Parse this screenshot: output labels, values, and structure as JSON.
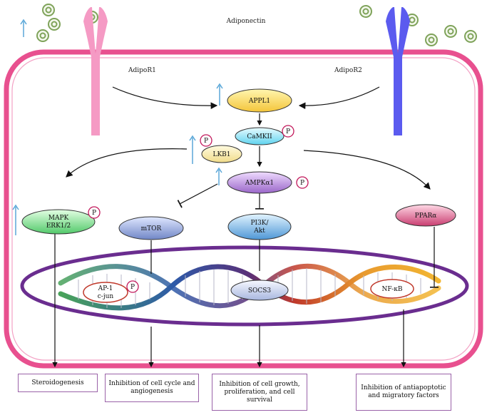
{
  "title": "Adiponectin",
  "receptors": {
    "r1": "AdipoR1",
    "r2": "AdipoR2"
  },
  "nodes": {
    "appl1": "APPL1",
    "camkii": "CaMKII",
    "lkb1": "LKB1",
    "ampk": "AMPKα1",
    "mapk_line1": "MAPK",
    "mapk_line2": "ERK1/2",
    "mtor": "mTOR",
    "pi3k_line1": "PI3K/",
    "pi3k_line2": "Akt",
    "ppar": "PPARα",
    "ap1_line1": "AP-1",
    "ap1_line2": "c-jun",
    "socs3": "SOCS3",
    "nfkb": "NF-κB"
  },
  "phospho_label": "P",
  "outcomes": [
    "Steroidogenesis",
    "Inhibition of cell cycle and angiogenesis",
    "Inhibition of cell growth, proliferation, and cell survival",
    "Inhibition of antiapoptotic and migratory factors"
  ],
  "colors": {
    "membrane": "#e8508f",
    "nucleus": "#6a2d8f",
    "receptor1": "#f59ac4",
    "receptor2": "#5b5bef",
    "up_arrow": "#5aa7d8",
    "adiponectin_particle": "#7fa35a",
    "outcome_border": "#9a62a8"
  }
}
